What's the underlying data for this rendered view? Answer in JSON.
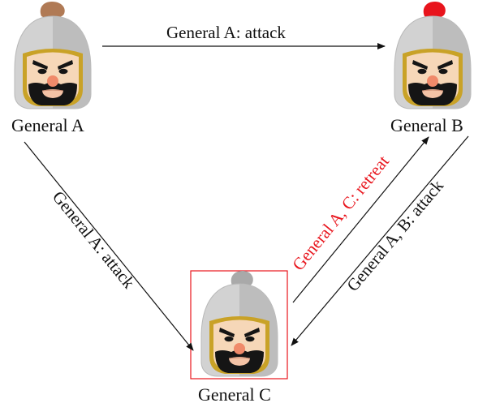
{
  "generals": [
    {
      "id": "a",
      "label": "General A",
      "plume_color": "#b07a55",
      "highlighted": false
    },
    {
      "id": "b",
      "label": "General B",
      "plume_color": "#e8141c",
      "highlighted": false
    },
    {
      "id": "c",
      "label": "General C",
      "plume_color": "#a9a9a9",
      "highlighted": true
    }
  ],
  "messages": [
    {
      "id": "a-to-b",
      "from": "General A",
      "to": "General B",
      "text": "General A: attack",
      "color": "#111111"
    },
    {
      "id": "a-to-c",
      "from": "General A",
      "to": "General C",
      "text": "General A: attack",
      "color": "#111111"
    },
    {
      "id": "c-to-b",
      "from": "General C",
      "to": "General B",
      "text": "General A, C: retreat",
      "color": "#e8141c"
    },
    {
      "id": "b-to-c",
      "from": "General B",
      "to": "General C",
      "text": "General A, B: attack",
      "color": "#111111"
    }
  ],
  "colors": {
    "highlight_box": "#e8141c",
    "edge": "#111111",
    "helmet": "#cfcfcf",
    "helmet_trim": "#c9a227",
    "face": "#f6d7b8",
    "beard": "#151515",
    "nose": "#f08a6a"
  }
}
